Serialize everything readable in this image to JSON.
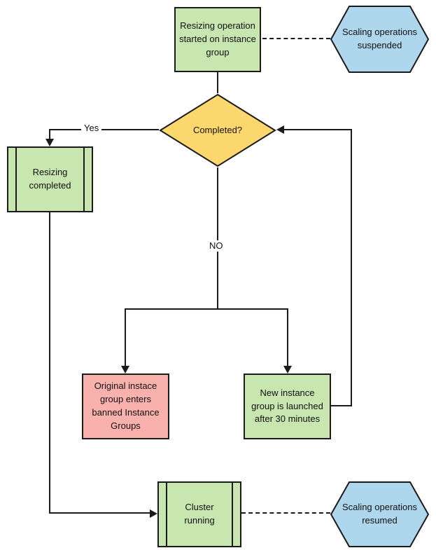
{
  "flowchart": {
    "colors": {
      "green": "#c8e6af",
      "yellow": "#fcd76e",
      "blue": "#aed6ec",
      "pink": "#f9b1ad",
      "stroke": "#1b1b1b",
      "text": "#111111"
    },
    "nodes": {
      "start": {
        "label": "Resizing operation started on instance group",
        "type": "process"
      },
      "scaling_suspended": {
        "label": "Scaling operations suspended",
        "type": "preparation-hexagon"
      },
      "decision": {
        "label": "Completed?",
        "type": "decision-diamond"
      },
      "resizing_completed": {
        "label": "Resizing completed",
        "type": "predefined-process"
      },
      "banned_group": {
        "label": "Original instace group enters banned Instance Groups",
        "type": "process"
      },
      "new_group": {
        "label": "New instance group is launched after 30 minutes",
        "type": "process"
      },
      "cluster_running": {
        "label": "Cluster running",
        "type": "predefined-process"
      },
      "scaling_resumed": {
        "label": "Scaling operations resumed",
        "type": "preparation-hexagon"
      }
    },
    "edges": {
      "yes": "Yes",
      "no": "NO"
    }
  }
}
